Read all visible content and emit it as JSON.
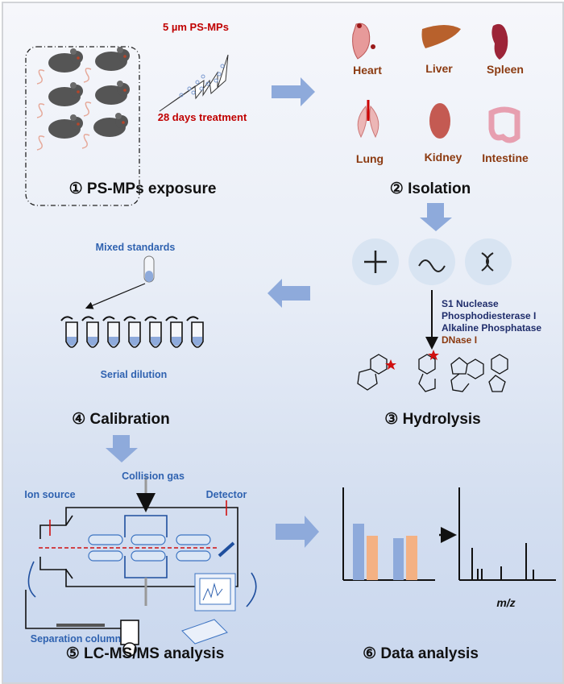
{
  "exposure": {
    "particle_label": "5 µm PS-MPs",
    "duration_label": "28 days treatment",
    "step_title": "① PS-MPs exposure"
  },
  "isolation": {
    "organs": [
      "Heart",
      "Liver",
      "Spleen",
      "Lung",
      "Kidney",
      "Intestine"
    ],
    "step_title": "② Isolation"
  },
  "hydrolysis": {
    "enzymes": [
      "S1 Nuclease",
      "Phosphodiesterase I",
      "Alkaline Phosphatase",
      "DNase I"
    ],
    "step_title": "③ Hydrolysis"
  },
  "calibration": {
    "standards_label": "Mixed standards",
    "dilution_label": "Serial dilution",
    "step_title": "④ Calibration"
  },
  "lcms": {
    "collision_gas_label": "Collision gas",
    "ion_source_label": "Ion source",
    "detector_label": "Detector",
    "column_label": "Separation column",
    "step_title": "⑤ LC-MS/MS analysis"
  },
  "data_analysis": {
    "spectrum_xlabel": "m/z",
    "step_title": "⑥ Data analysis"
  },
  "colors": {
    "arrow": "#8eaadb",
    "red_text": "#c00000",
    "organ_text": "#8b3a10",
    "blue_text": "#2f62b0",
    "bar_blue": "#8eaadb",
    "bar_orange": "#f4b183"
  }
}
